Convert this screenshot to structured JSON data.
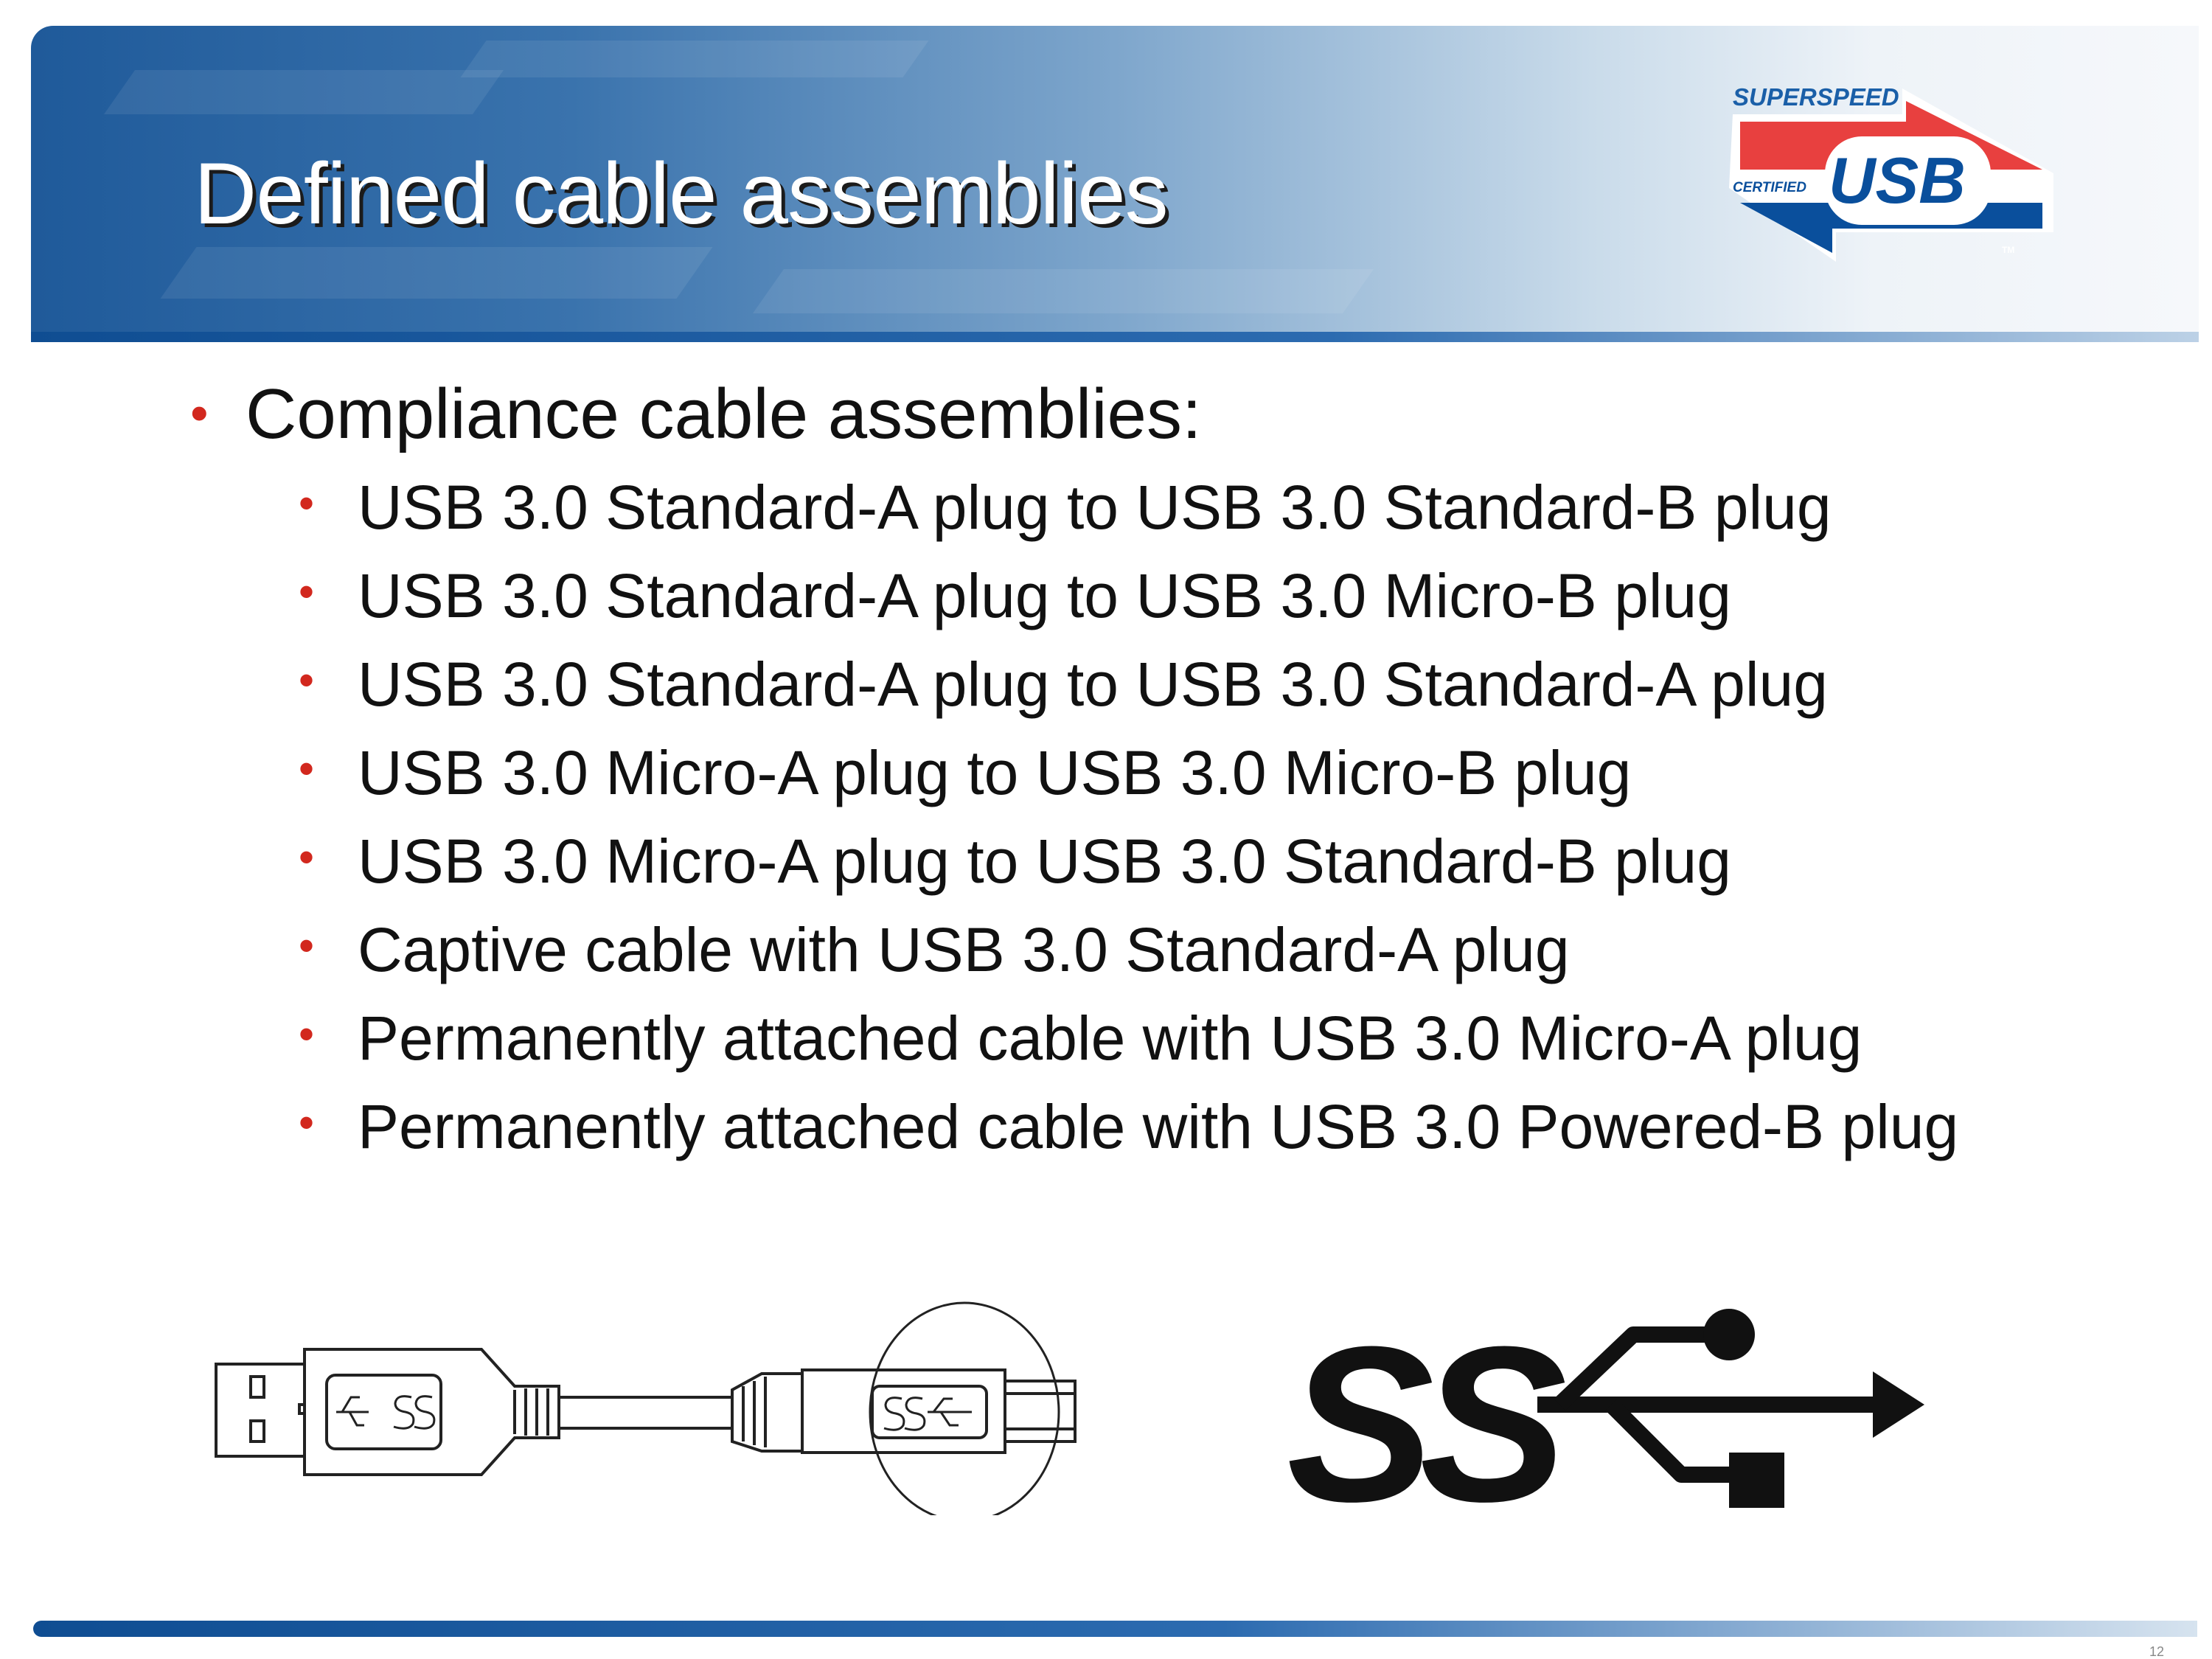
{
  "slide": {
    "title": "Defined cable assemblies",
    "logo": {
      "top_text": "SUPERSPEED",
      "side_text": "CERTIFIED",
      "main_text": "USB",
      "tm": "TM"
    },
    "bullet": "Compliance cable assemblies:",
    "sub_bullets": [
      "USB 3.0 Standard-A plug to USB 3.0 Standard-B plug",
      "USB 3.0 Standard-A plug to USB 3.0 Micro-B plug",
      "USB 3.0 Standard-A plug to USB 3.0 Standard-A plug",
      "USB 3.0 Micro-A plug to USB 3.0 Micro-B plug",
      "USB 3.0 Micro-A plug to USB 3.0 Standard-B plug",
      "Captive cable with USB 3.0 Standard-A plug",
      "Permanently attached cable with USB 3.0 Micro-A plug",
      "Permanently attached cable with USB 3.0 Powered-B plug"
    ],
    "ss_logo_text": "SS",
    "page_number": "12",
    "colors": {
      "accent": "#d2281e",
      "header_blue": "#1f5a9a",
      "logo_red": "#e8403f",
      "logo_blue": "#0a4f9c"
    }
  }
}
